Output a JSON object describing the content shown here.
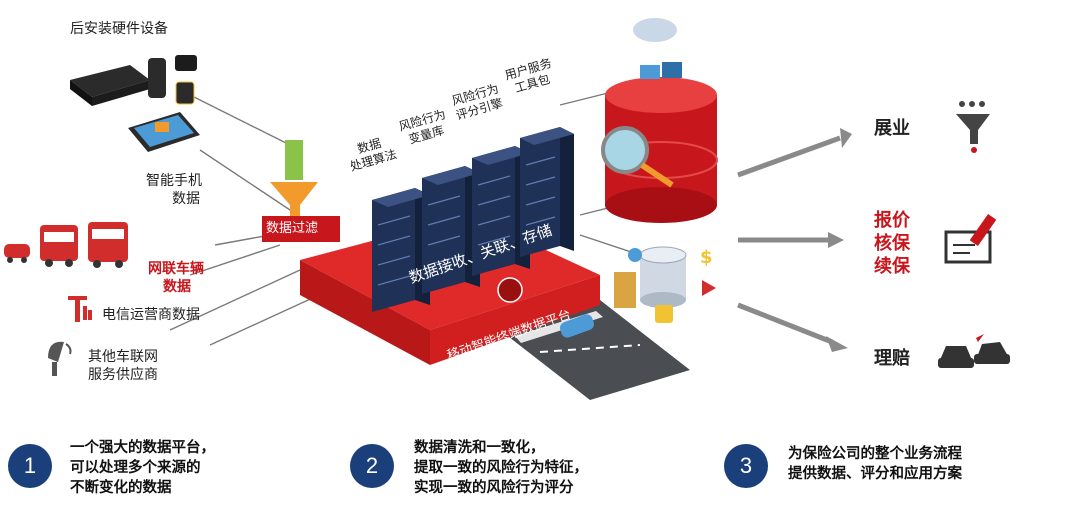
{
  "sources": {
    "hardware": "后安装硬件设备",
    "phone_line1": "智能手机",
    "phone_line2": "数据",
    "connected_line1": "网联车辆",
    "connected_line2": "数据",
    "telecom": "电信运营商数据",
    "other_line1": "其他车联网",
    "other_line2": "服务供应商"
  },
  "filter_label": "数据过滤",
  "server_labels": [
    "数据\n处理算法",
    "风险行为\n变量库",
    "风险行为\n评分引擎",
    "用户服务\n工具包"
  ],
  "platform": {
    "top_text": "数据接收、关联、存储",
    "side_text": "移动智能终端数据平台"
  },
  "outcomes": {
    "item1": "展业",
    "item2_line1": "报价",
    "item2_line2": "核保",
    "item2_line3": "续保",
    "item3": "理赔"
  },
  "steps": [
    {
      "number": "1",
      "lines": [
        "一个强大的数据平台，",
        "可以处理多个来源的",
        "不断变化的数据"
      ]
    },
    {
      "number": "2",
      "lines": [
        "数据清洗和一致化，",
        "提取一致的风险行为特征，",
        "实现一致的风险行为评分"
      ]
    },
    {
      "number": "3",
      "lines": [
        "为保险公司的整个业务流程",
        "提供数据、评分和应用方案"
      ]
    }
  ],
  "colors": {
    "accent_red": "#c8161d",
    "step_blue": "#1b3f7a",
    "server_navy": "#1f3157"
  }
}
